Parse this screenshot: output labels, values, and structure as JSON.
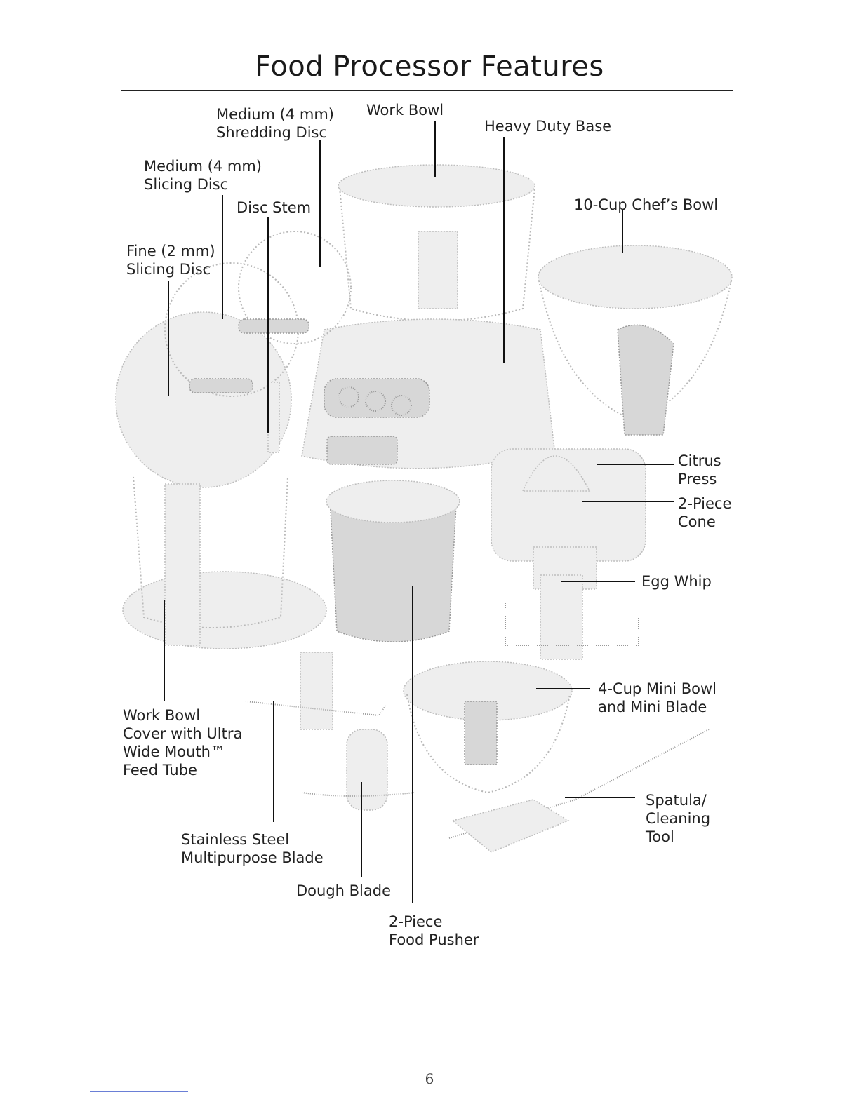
{
  "page": {
    "title": "Food Processor Features",
    "page_number": "6"
  },
  "labels": {
    "shredding_disc": [
      "Medium (4 mm)",
      "Shredding Disc"
    ],
    "work_bowl": [
      "Work Bowl"
    ],
    "heavy_duty_base": [
      "Heavy Duty Base"
    ],
    "slicing_disc_medium": [
      "Medium (4 mm)",
      "Slicing Disc"
    ],
    "disc_stem": [
      "Disc Stem"
    ],
    "chefs_bowl": [
      "10-Cup Chef’s Bowl"
    ],
    "slicing_disc_fine": [
      "Fine (2 mm)",
      "Slicing Disc"
    ],
    "citrus_press": [
      "Citrus",
      "Press"
    ],
    "two_piece_cone": [
      "2-Piece",
      "Cone"
    ],
    "egg_whip": [
      "Egg Whip"
    ],
    "mini_bowl": [
      "4-Cup Mini Bowl",
      "and Mini Blade"
    ],
    "work_bowl_cover": [
      "Work Bowl",
      "Cover with Ultra",
      "Wide Mouth™",
      "Feed Tube"
    ],
    "spatula": [
      "Spatula/",
      "Cleaning",
      "Tool"
    ],
    "multipurpose_blade": [
      "Stainless Steel",
      "Multipurpose Blade"
    ],
    "dough_blade": [
      "Dough Blade"
    ],
    "food_pusher": [
      "2-Piece",
      "Food Pusher"
    ]
  }
}
